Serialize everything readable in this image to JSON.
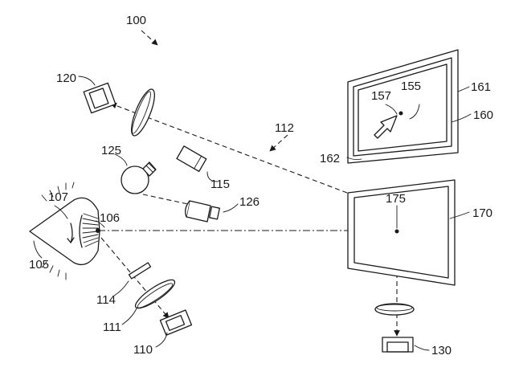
{
  "labels": {
    "system": "100",
    "eye": "105",
    "eye_part": "106",
    "eye_region": "107",
    "camera_bottom": "110",
    "lens_bottom": "111",
    "path": "112",
    "filter": "114",
    "light_source": "115",
    "camera_top": "120",
    "bulb": "125",
    "lamp": "126",
    "scene_camera": "130",
    "target": "155",
    "cursor": "157",
    "screen": "160",
    "display": "161",
    "display_edge": "162",
    "screen_point": "175",
    "screen_lower": "170"
  }
}
